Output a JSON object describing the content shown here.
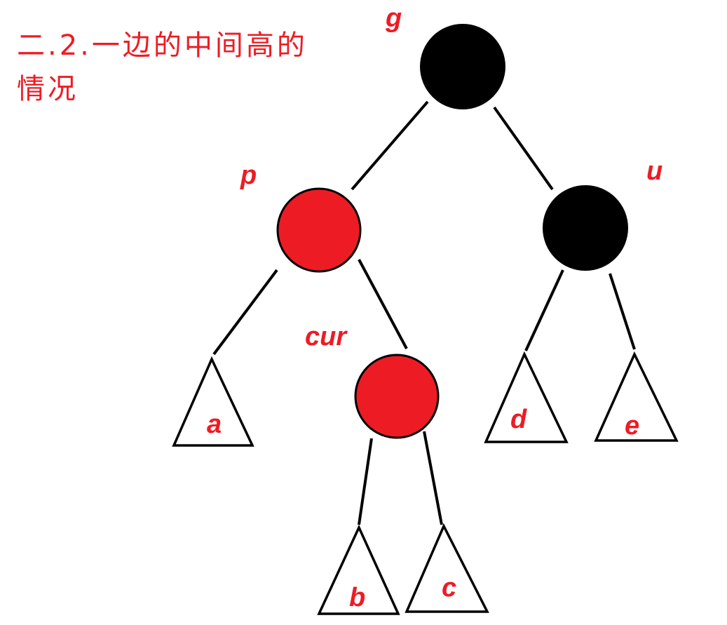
{
  "title": {
    "line1": "二.2.一边的中间高的",
    "line2": "情况"
  },
  "colors": {
    "red": "#ED1C24",
    "black": "#000000"
  },
  "nodes": {
    "g": {
      "label": "g",
      "color": "black"
    },
    "p": {
      "label": "p",
      "color": "red"
    },
    "u": {
      "label": "u",
      "color": "black"
    },
    "cur": {
      "label": "cur",
      "color": "red"
    }
  },
  "subtrees": {
    "a": "a",
    "b": "b",
    "c": "c",
    "d": "d",
    "e": "e"
  }
}
